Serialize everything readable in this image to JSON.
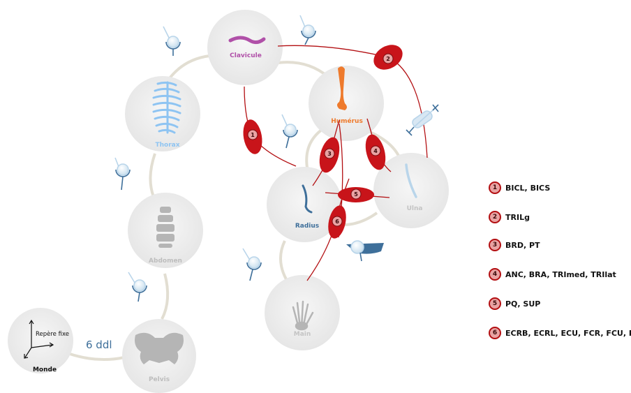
{
  "segments": {
    "clavicule": "Clavicule",
    "thorax": "Thorax",
    "humerus": "Humérus",
    "radius": "Radius",
    "ulna": "Ulna",
    "abdomen": "Abdomen",
    "main": "Main",
    "pelvis": "Pelvis",
    "monde": "Monde"
  },
  "world": {
    "axis_label": "Repère fixe"
  },
  "dof_label": "6 ddl",
  "muscle_groups": [
    {
      "number": "1",
      "label": "BICL, BICS"
    },
    {
      "number": "2",
      "label": "TRILg"
    },
    {
      "number": "3",
      "label": "BRD, PT"
    },
    {
      "number": "4",
      "label": "ANC, BRA, TRImed, TRIlat"
    },
    {
      "number": "5",
      "label": "PQ, SUP"
    },
    {
      "number": "6",
      "label": "ECRB, ECRL, ECU, FCR, FCU, PL"
    }
  ],
  "colors": {
    "muscle": "#b30f12",
    "clavicule": "#b050a8",
    "thorax": "#8ec4f2",
    "humerus": "#ee7a2c",
    "radius": "#3e6f9a",
    "grey_label": "#bdbdbd",
    "joint": "#3e6f9a"
  }
}
